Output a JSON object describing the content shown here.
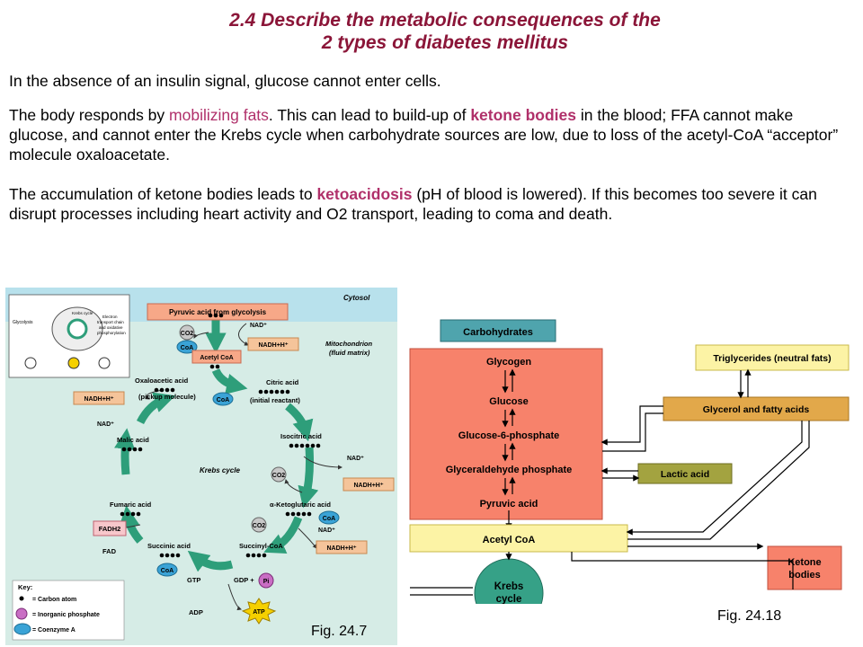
{
  "slide": {
    "title_line1": "2.4 Describe the metabolic consequences of the",
    "title_line2": "2 types of diabetes mellitus",
    "p1": "In the absence of an insulin signal, glucose cannot enter cells.",
    "p2": {
      "a": "The body responds by ",
      "b": "mobilizing fats",
      "c": ".  This can lead to build-up of ",
      "d": "ketone bodies",
      "e": " in the blood; FFA cannot make glucose, and cannot enter the Krebs cycle when carbohydrate sources are low, due to loss of the acetyl-CoA “acceptor” molecule oxaloacetate."
    },
    "p3": {
      "a": "The accumulation of ketone bodies leads to ",
      "b": "ketoacidosis",
      "c": " (pH of blood is lowered).  If this becomes too severe it can disrupt processes including heart activity and O2 transport, leading to coma and death."
    }
  },
  "fig1": {
    "caption": "Fig. 24.7",
    "cytosol": "Cytosol",
    "mito1": "Mitochondrion",
    "mito2": "(fluid matrix)",
    "pyruvic": "Pyruvic acid from glycolysis",
    "co2": "CO2",
    "coa": "CoA",
    "nad": "NAD⁺",
    "nadh": "NADH+H⁺",
    "acetyl": "Acetyl CoA",
    "citric1": "Citric acid",
    "citric2": "(initial reactant)",
    "oxalo1": "Oxaloacetic acid",
    "oxalo2": "(pickup molecule)",
    "malic": "Malic acid",
    "isocitric": "Isocitric acid",
    "krebs": "Krebs cycle",
    "fumaric": "Fumaric acid",
    "ketoglut": "α-Ketoglutaric acid",
    "fadh2": "FADH2",
    "fad": "FAD",
    "succinic": "Succinic acid",
    "succinyl": "Succinyl-CoA",
    "gtp": "GTP",
    "gdp": "GDP +",
    "pi": "Pi",
    "adp": "ADP",
    "atp": "ATP",
    "key": "Key:",
    "key1": "= Carbon atom",
    "key2": "= Inorganic phosphate",
    "key3": "= Coenzyme A",
    "inset_glycolysis": "Glycolysis",
    "inset_krebs": "Krebs cycle",
    "inset_etc1": "Electron",
    "inset_etc2": "transport chain",
    "inset_etc3": "and oxidative",
    "inset_etc4": "phosphorylation"
  },
  "fig2": {
    "caption": "Fig. 24.18",
    "carbohydrates": "Carbohydrates",
    "glycogen": "Glycogen",
    "glucose": "Glucose",
    "g6p": "Glucose-6-phosphate",
    "glyceraldehyde": "Glyceraldehyde phosphate",
    "pyruvic": "Pyruvic acid",
    "acetyl": "Acetyl CoA",
    "krebs1": "Krebs",
    "krebs2": "cycle",
    "triglycerides": "Triglycerides (neutral fats)",
    "glycerol": "Glycerol and fatty acids",
    "lactic": "Lactic acid",
    "ketone1": "Ketone",
    "ketone2": "bodies"
  },
  "colors": {
    "title": "#8b1538",
    "highlight": "#b0306a",
    "teal_arrow": "#2e9e7a",
    "salmon": "#f7826b",
    "yellow_box": "#fcf3a5",
    "orange_box": "#e2a84a",
    "olive_box": "#a3a340",
    "teal_box": "#4fa4ad"
  }
}
